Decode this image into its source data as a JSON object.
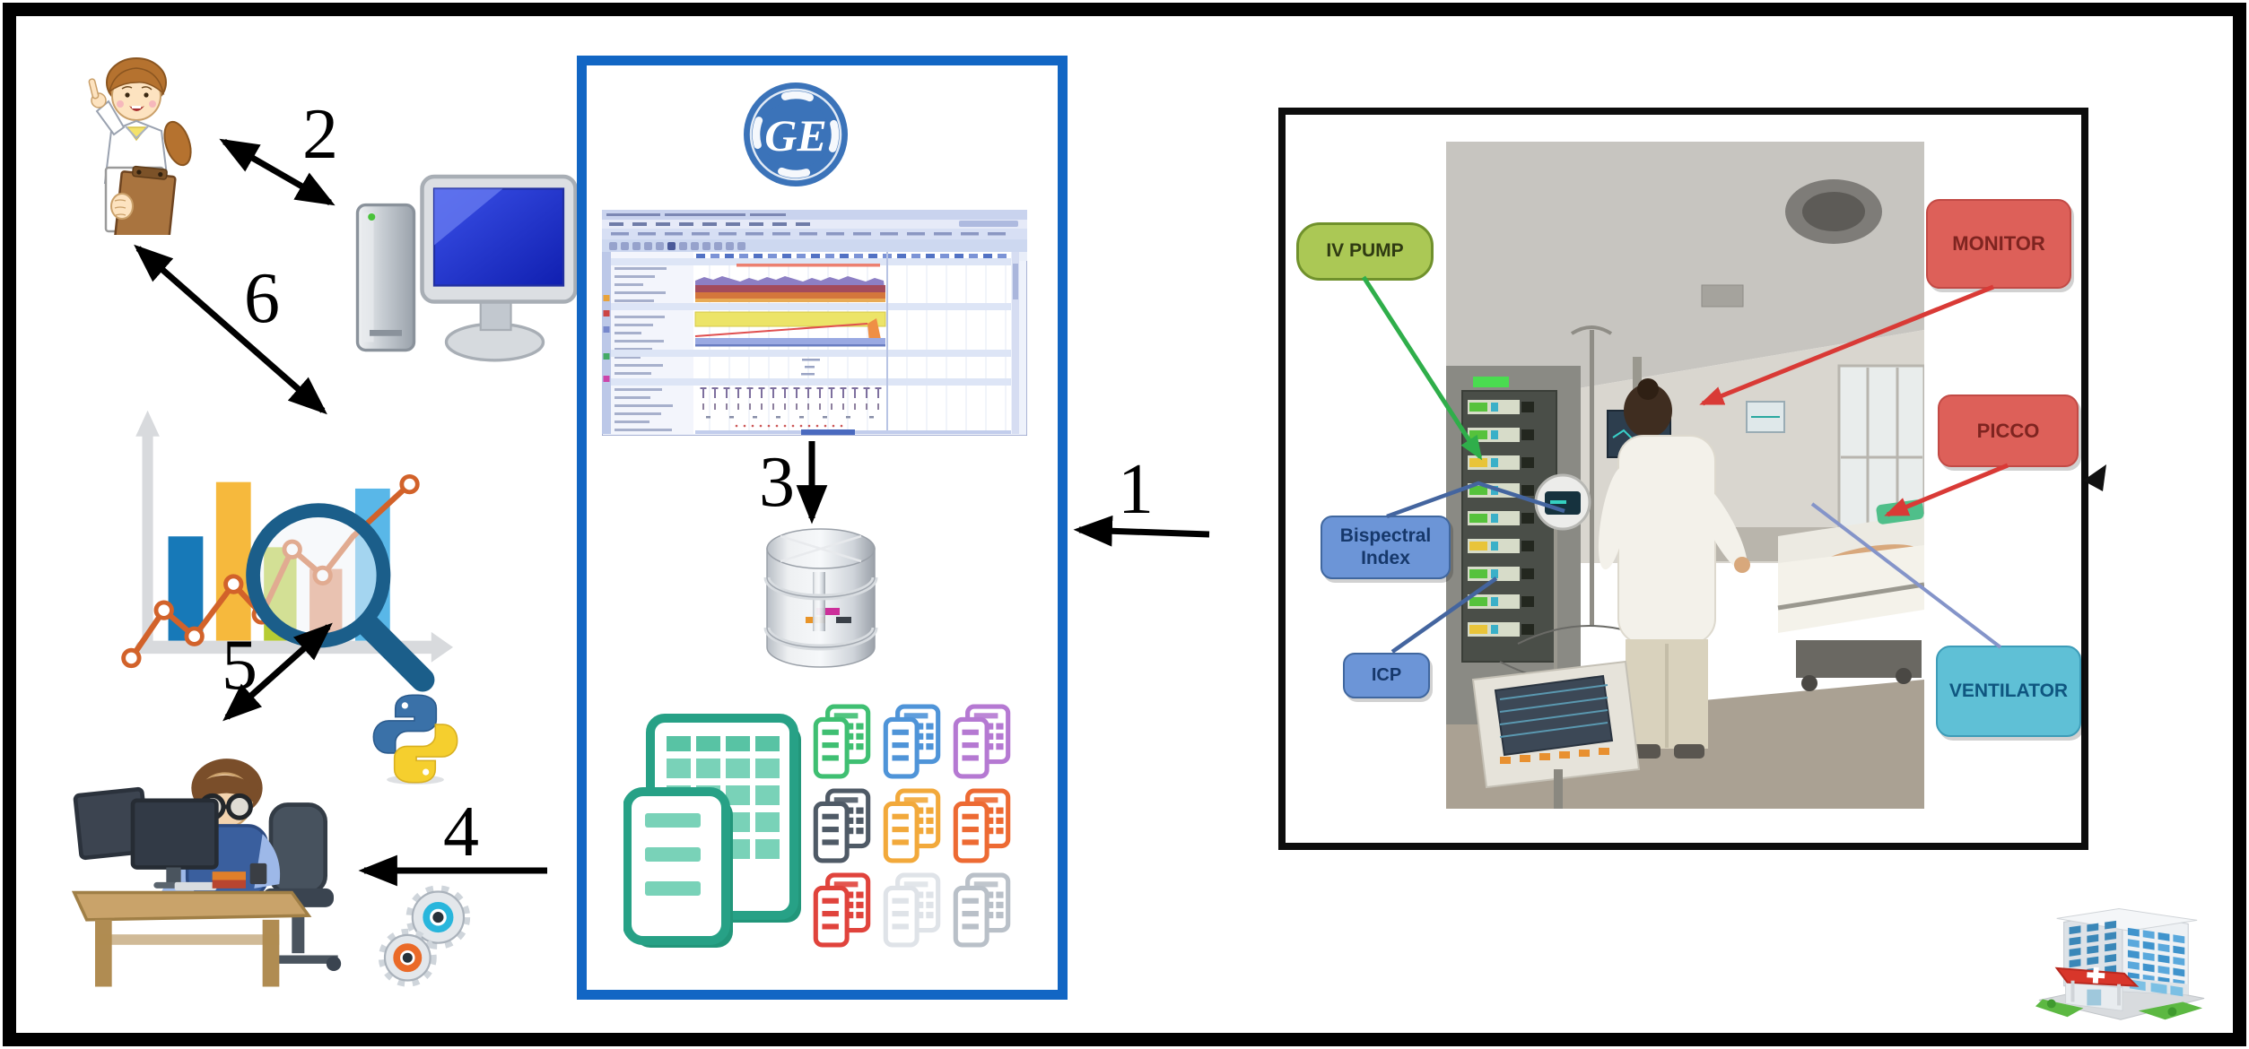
{
  "steps": {
    "a1": "1",
    "a2": "2",
    "a3": "3",
    "a4": "4",
    "a5": "5",
    "a6": "6"
  },
  "icu": {
    "iv_pump": "IV PUMP",
    "monitor": "MONITOR",
    "picco": "PICCO",
    "bispectral_line1": "Bispectral",
    "bispectral_line2": "Index",
    "icp": "ICP",
    "ventilator": "VENTILATOR"
  },
  "ge_box": {
    "logo_monogram": "GE",
    "export_icon_colors": [
      "#3fbf72",
      "#4f94d8",
      "#b579d2",
      "#4f5a66",
      "#f2a93b",
      "#ed6a33",
      "#e0433c",
      "#dfe3e8",
      "#b9c0c8"
    ]
  },
  "icons": {
    "clinician": "clinician-cartoon",
    "desktop_computer": "desktop-computer",
    "analytics_chart": "chart-with-magnifier",
    "data_scientist": "data-scientist-at-desk",
    "python": "python-logo",
    "gears": "processing-gears",
    "ge_logo": "ge-logo",
    "clinical_software": "clinical-information-system-screenshot",
    "database": "database-cylinder",
    "spreadsheets": "spreadsheet-files",
    "icu_photo": "icu-room-photo",
    "hospital": "hospital-building"
  },
  "colors": {
    "blue_box_border": "#1266c4",
    "ge_blue": "#3b73b9",
    "arrow_black": "#000000",
    "iv_pump_fill": "#abc855",
    "red_label_fill": "#dd6059",
    "blue_label_fill": "#6c95d7",
    "ventilator_fill": "#5fc0d6",
    "green_arrow": "#2fae4a",
    "red_arrow": "#d93a36",
    "blue_connector": "#44659f",
    "ventilator_connector": "#8494c9"
  }
}
